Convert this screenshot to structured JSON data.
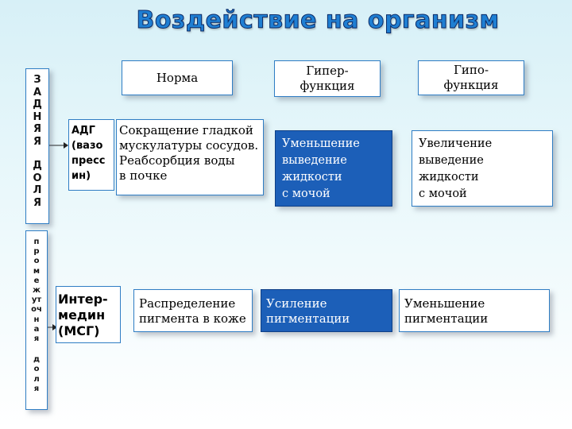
{
  "title": "Воздействие на организм",
  "headers": {
    "norm": "Норма",
    "hyper": [
      "Гипер-",
      "функция"
    ],
    "hypo": [
      "Гипо-",
      "функция"
    ]
  },
  "lobes": {
    "posterior": [
      "З",
      "А",
      "Д",
      "Н",
      "Я",
      "Я",
      "",
      "Д",
      "О",
      "Л",
      "Я"
    ],
    "intermediate": [
      "п",
      "р",
      "о",
      "м",
      "е",
      "ж",
      "ут",
      "оч",
      "н",
      "а",
      "я",
      "",
      "д",
      "о",
      "л",
      "я"
    ]
  },
  "row1": {
    "hormone": [
      "АДГ",
      "(вазо",
      "пресс",
      "ин)"
    ],
    "norm": [
      "Сокращение гладкой",
      "мускулатуры сосудов.",
      "Реабсорбция воды",
      "в почке"
    ],
    "hyper": [
      "Уменьшение",
      "выведение",
      "жидкости",
      "с мочой"
    ],
    "hypo": [
      "Увеличение",
      "выведение",
      "жидкости",
      "с мочой"
    ]
  },
  "row2": {
    "hormone": [
      "Интер-",
      "медин",
      "(МСГ)"
    ],
    "norm": [
      "Распределение",
      "пигмента в коже"
    ],
    "hyper": [
      "Усиление",
      "пигментации"
    ],
    "hypo": [
      "Уменьшение",
      "пигментации"
    ]
  }
}
